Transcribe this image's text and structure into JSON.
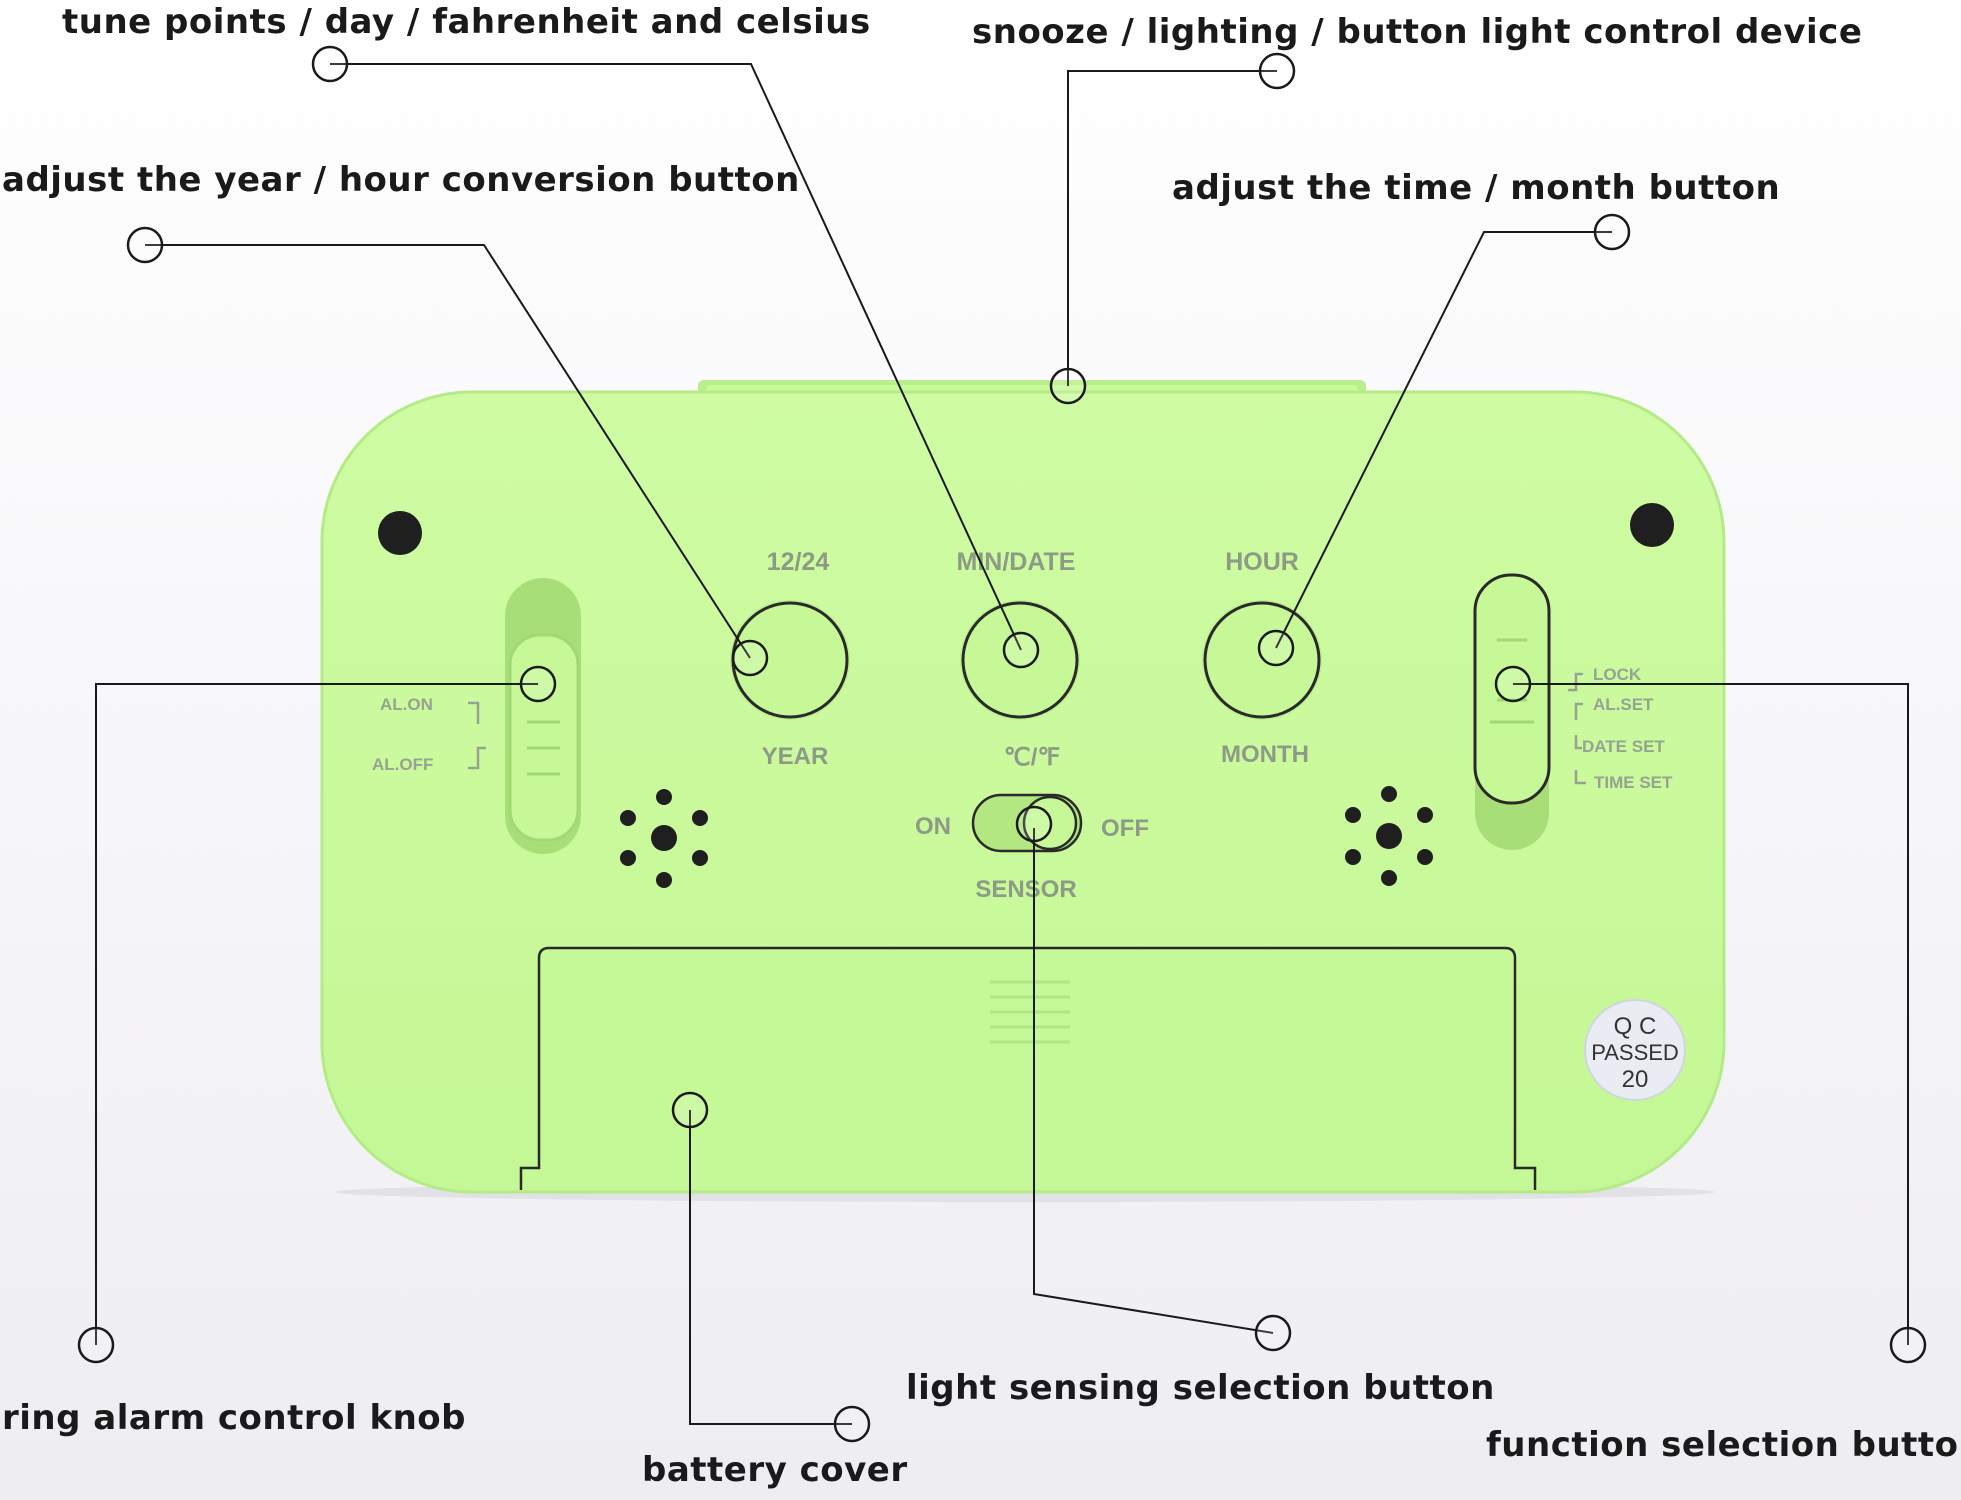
{
  "callouts": {
    "tune_points": "tune points / day / fahrenheit and celsius",
    "snooze": "snooze / lighting / button light control device",
    "adjust_year": "adjust the year / hour conversion button",
    "adjust_time": "adjust the time / month button",
    "ring_alarm": "ring alarm control knob",
    "battery_cover": "battery cover",
    "light_sensing": "light sensing selection button",
    "function_selection": "function selection button"
  },
  "device_labels": {
    "btn_12_24": "12/24",
    "btn_year": "YEAR",
    "btn_min_date": "MIN/DATE",
    "btn_c_f": "℃/℉",
    "btn_hour": "HOUR",
    "btn_month": "MONTH",
    "al_on": "AL.ON",
    "al_off": "AL.OFF",
    "sensor_on": "ON",
    "sensor_off": "OFF",
    "sensor": "SENSOR",
    "mode_lock": "LOCK",
    "mode_al_set": "AL.SET",
    "mode_date_set": "DATE SET",
    "mode_time_set": "TIME SET",
    "qc_line1": "Q C",
    "qc_line2": "PASSED",
    "qc_line3": "20"
  },
  "colors": {
    "device_body": "#c9fa9b",
    "device_shadow": "#a9df7c",
    "leader_line": "#1a1a1a",
    "label_text": "#1a1a1a"
  }
}
